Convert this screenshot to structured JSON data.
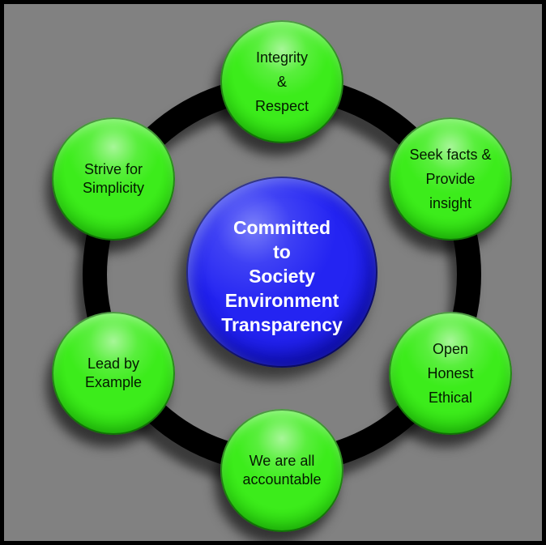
{
  "diagram": {
    "type": "cycle",
    "background_color": "#818181",
    "frame_border_color": "#000000",
    "ring_color": "#000000",
    "node_fill_color": "#2EDA10",
    "node_text_color": "#000000",
    "center": {
      "text": "Committed\nto\nSociety\nEnvironment\nTransparency",
      "fill_color": "#1A1AE4",
      "text_color": "#FFFFFF"
    },
    "nodes": [
      {
        "position": "top",
        "text": "Integrity\n&\nRespect"
      },
      {
        "position": "top-right",
        "text": "Seek facts &\nProvide\ninsight"
      },
      {
        "position": "bottom-right",
        "text": "Open\nHonest\nEthical"
      },
      {
        "position": "bottom",
        "text": "We are all\naccountable"
      },
      {
        "position": "bottom-left",
        "text": "Lead by\nExample"
      },
      {
        "position": "top-left",
        "text": "Strive for\nSimplicity"
      }
    ]
  }
}
